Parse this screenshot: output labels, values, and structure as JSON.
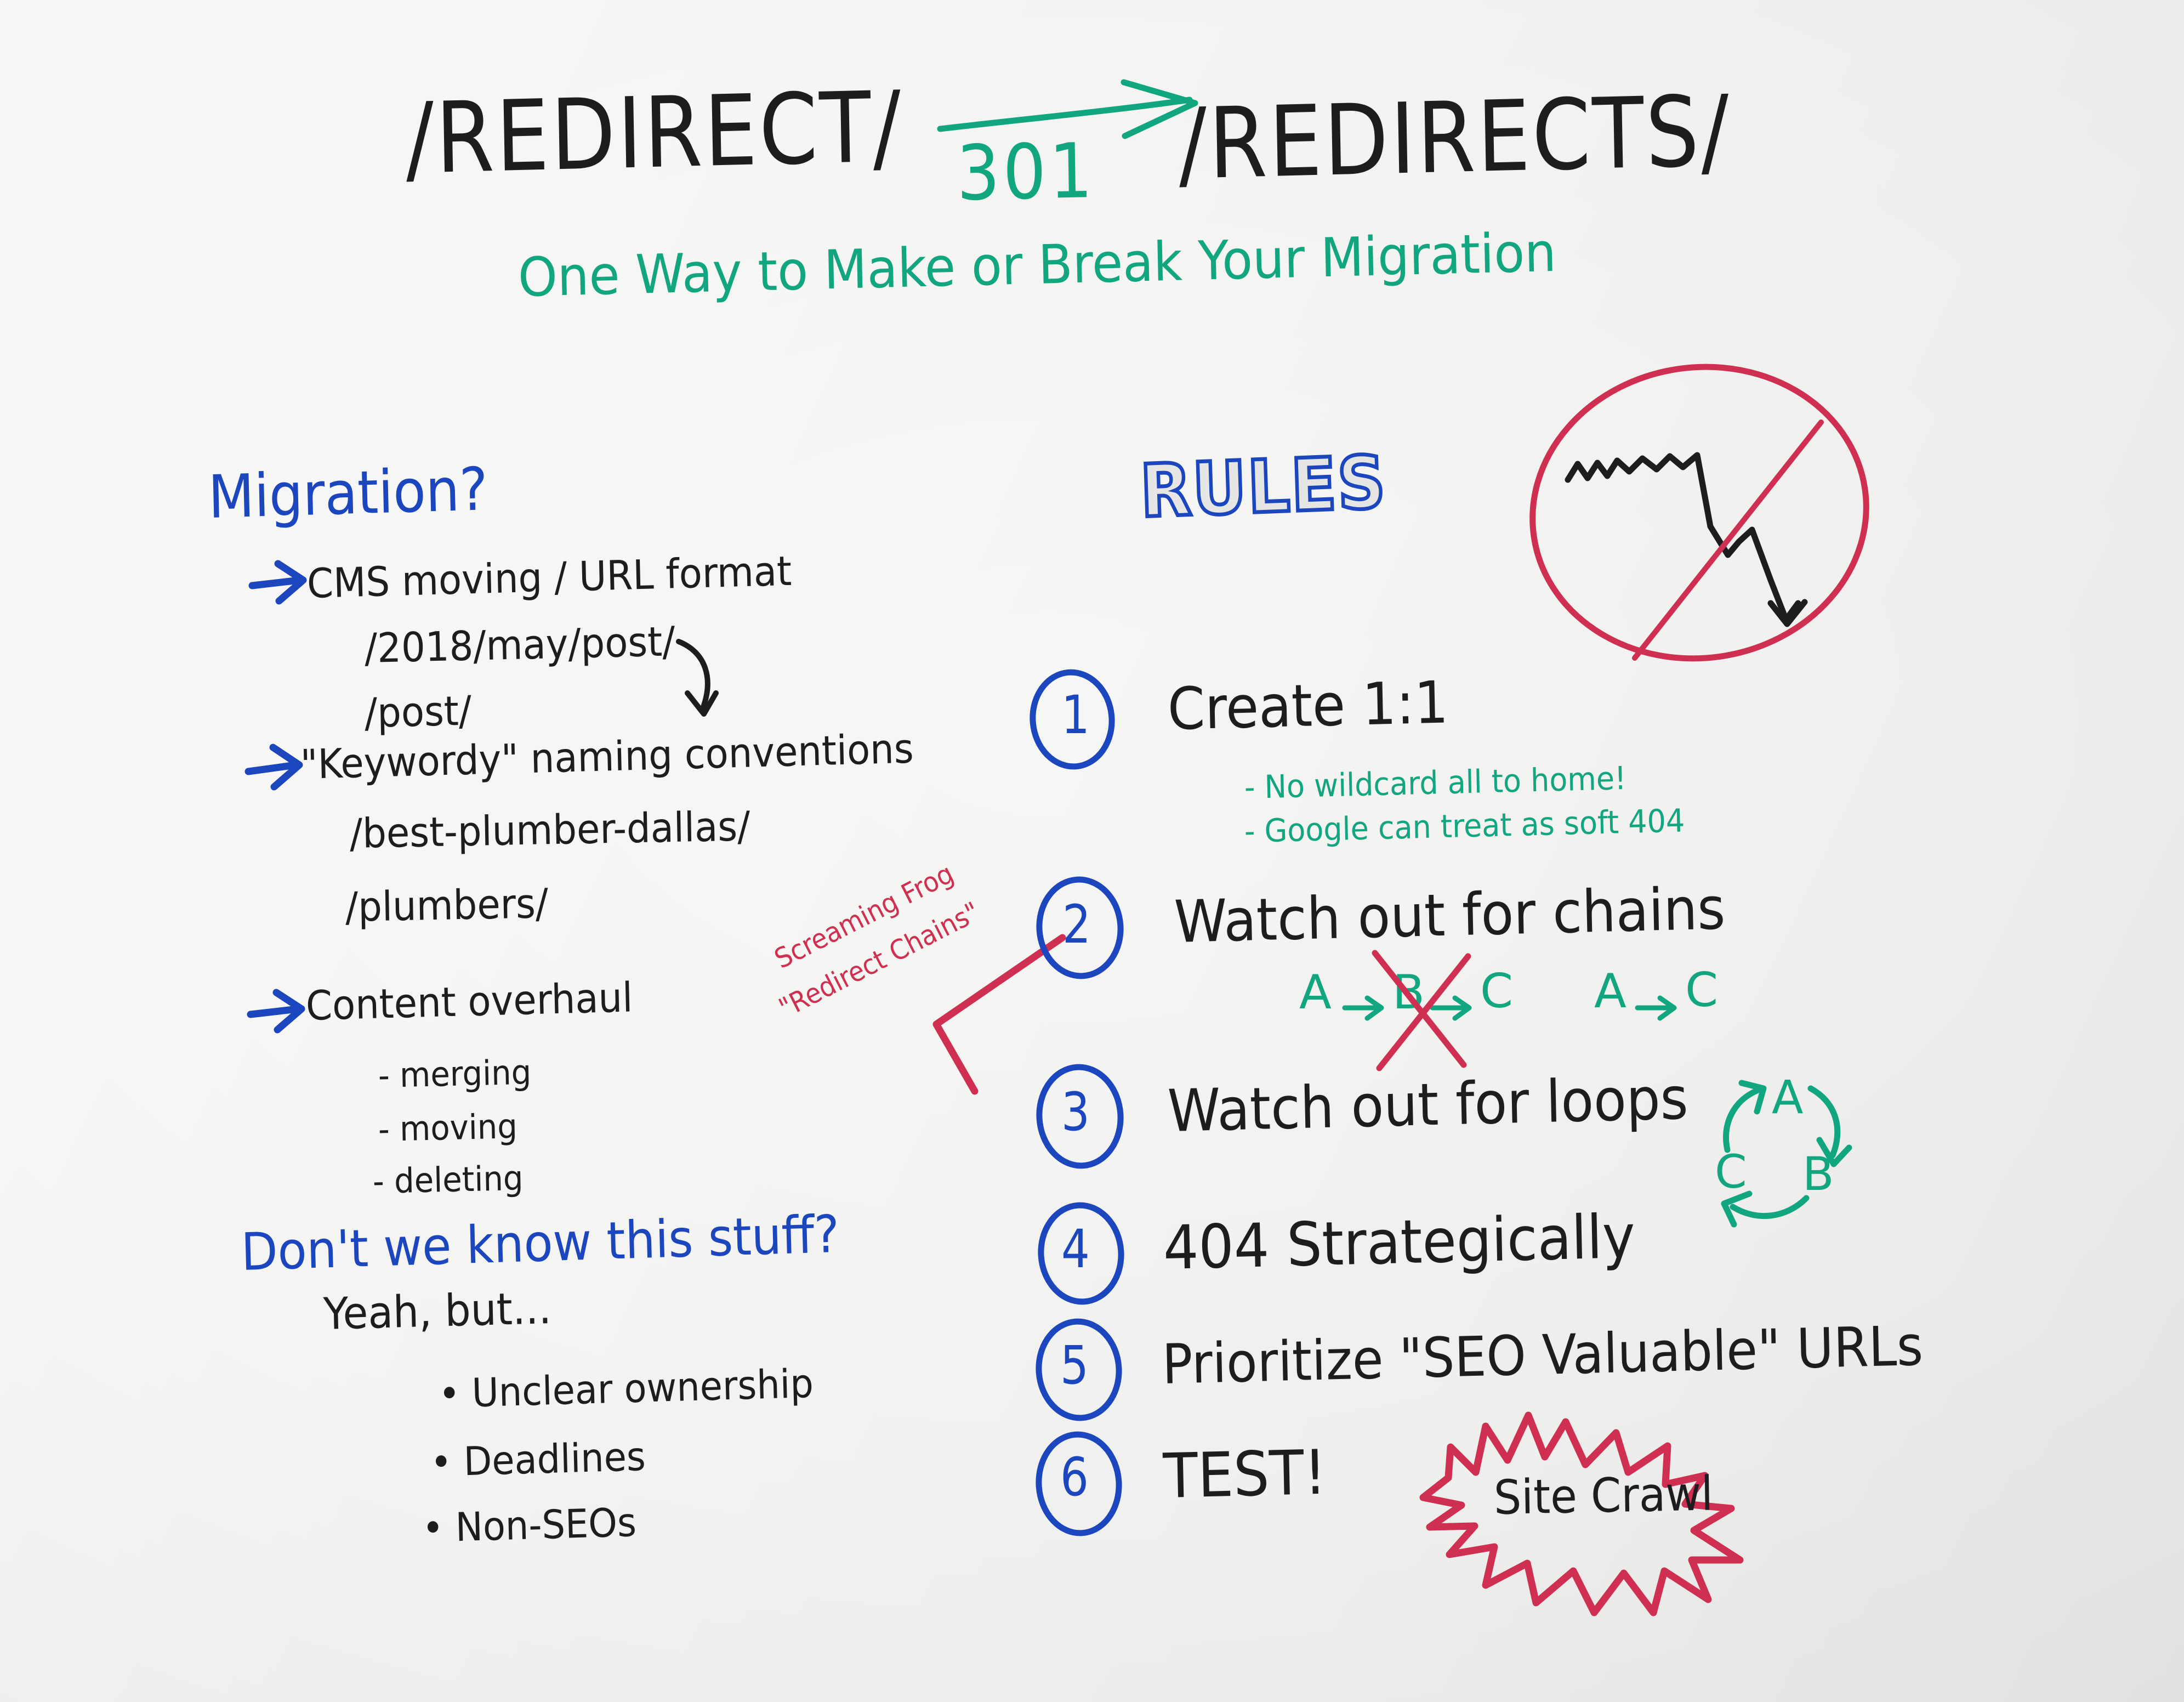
{
  "board": {
    "surface_color": "#f3f3f1",
    "ink_colors": {
      "black": "#1d1d20",
      "blue": "#1b46bd",
      "green": "#11a67f",
      "red": "#cf2f50"
    }
  },
  "title": {
    "left_slug": "/REDIRECT/",
    "code": "301",
    "right_slug": "/REDIRECTS/",
    "subtitle": "One Way to Make or Break Your Migration",
    "arrow_icon": "right-arrow-icon"
  },
  "left_column": {
    "heading": "Migration?",
    "bullets": [
      {
        "marker": "arrow-bullet-icon",
        "text": "CMS moving / URL format",
        "examples": [
          "/2018/may/post/",
          "/post/"
        ],
        "has_curve_arrow": true
      },
      {
        "marker": "arrow-bullet-icon",
        "text": "\"Keywordy\" naming conventions",
        "examples": [
          "/best-plumber-dallas/",
          "/plumbers/"
        ],
        "has_curve_arrow": false
      },
      {
        "marker": "arrow-bullet-icon",
        "text": "Content overhaul",
        "sub_items": [
          "- merging",
          "- moving",
          "- deleting"
        ],
        "has_curve_arrow": false
      }
    ],
    "question_heading": "Don't we know this stuff?",
    "answer": "Yeah, but...",
    "reasons": [
      "Unclear ownership",
      "Deadlines",
      "Non-SEOs"
    ]
  },
  "right_column": {
    "heading": "RULES",
    "traffic_graph": {
      "label": "declining-traffic-graph",
      "circled": true,
      "slashed": true,
      "description": "flat squiggly line then sharp decline with down arrow"
    },
    "rules": [
      {
        "number": "1",
        "text": "Create 1:1",
        "notes": [
          "- No wildcard all to home!",
          "- Google can treat as soft 404"
        ]
      },
      {
        "number": "2",
        "text": "Watch out for chains",
        "diagram_bad": "A → B → C",
        "diagram_bad_nodes": [
          "A",
          "B",
          "C"
        ],
        "diagram_good": "A → C",
        "diagram_good_nodes": [
          "A",
          "C"
        ],
        "annotation": {
          "line1": "Screaming Frog",
          "line2": "\"Redirect Chains\""
        }
      },
      {
        "number": "3",
        "text": "Watch out for loops",
        "loop_nodes": [
          "A",
          "B",
          "C"
        ]
      },
      {
        "number": "4",
        "text": "404   Strategically"
      },
      {
        "number": "5",
        "text": "Prioritize \"SEO Valuable\" URLs"
      },
      {
        "number": "6",
        "text": "TEST!",
        "burst_label": "Site Crawl"
      }
    ]
  }
}
